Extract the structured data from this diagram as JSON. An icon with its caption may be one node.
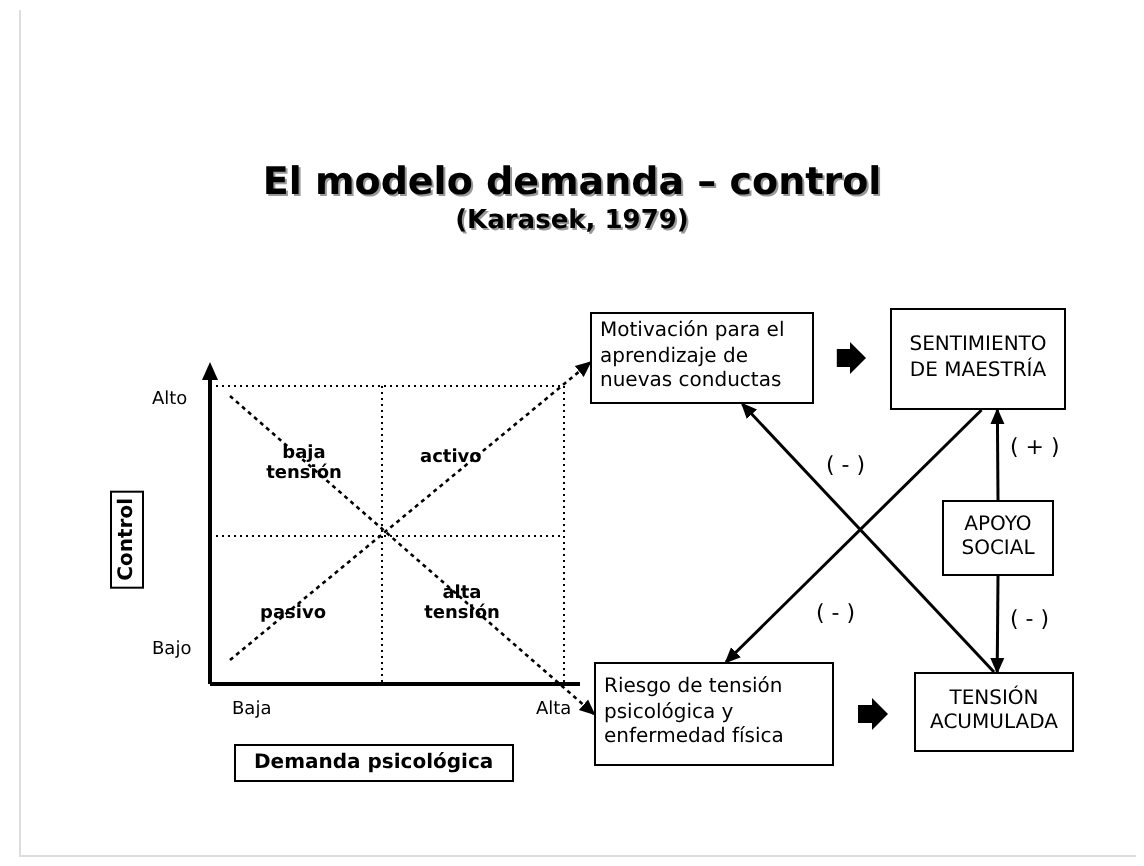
{
  "diagram": {
    "title": "El modelo demanda – control",
    "nodes": [
      {
        "text": [
          "Motivación para el aprendizaje de nuevas conductas"
        ]
      },
      {
        "text": [
          "SENTIMIENTO DE MAESTRÍA"
        ]
      },
      {
        "text": [
          "Riesgo de tensión psicológica y enfermedad física"
        ]
      },
      {
        "text": [
          "TENSIÓN ACUMULADA"
        ]
      },
      {
        "text": [
          "APOYO SOCIAL"
        ]
      }
    ],
    "edges": [
      {
        "from": null,
        "to": 0,
        "arrow": "to",
        "style": "dashed"
      },
      {
        "from": null,
        "to": 2,
        "arrow": "to",
        "style": "dashed"
      },
      {
        "from": 0,
        "to": 1,
        "arrow": "to",
        "style": "thick"
      },
      {
        "from": 2,
        "to": 3,
        "arrow": "to",
        "style": "thick"
      },
      {
        "from": 3,
        "to": 0,
        "arrow": "to",
        "label": "( - )"
      },
      {
        "from": 1,
        "to": 2,
        "arrow": "to",
        "label": "( - )"
      },
      {
        "from": 4,
        "to": 1,
        "arrow": "to",
        "label": "( + )"
      },
      {
        "from": 4,
        "to": 3,
        "arrow": "to",
        "label": "( - )"
      }
    ],
    "labels": [
      "(Karasek, 1979)",
      "Alto",
      "baja tensión",
      "activo",
      "Control",
      "pasivo",
      "alta tensión",
      "Bajo",
      "Baja",
      "Alta",
      "Demanda psicológica"
    ]
  }
}
